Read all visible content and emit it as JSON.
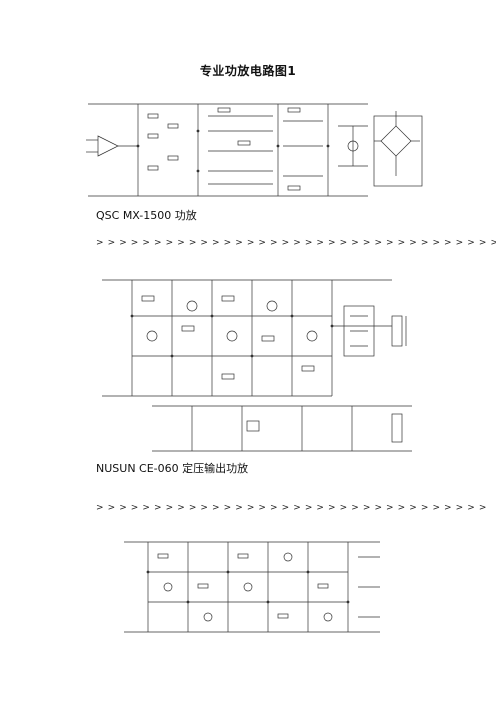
{
  "document": {
    "title": "专业功放电路图1",
    "sections": [
      {
        "caption": "QSC MX-1500 功放",
        "separator": "> > > > > > > > > > > > > > > > > > > > > > > > > > > > > > > > > > > >"
      },
      {
        "caption": "NUSUN CE-060 定压输出功放",
        "separator": "> > > > > > > > > > > > > > > > > > > > > > > > > > > > > > > > > >"
      }
    ]
  }
}
